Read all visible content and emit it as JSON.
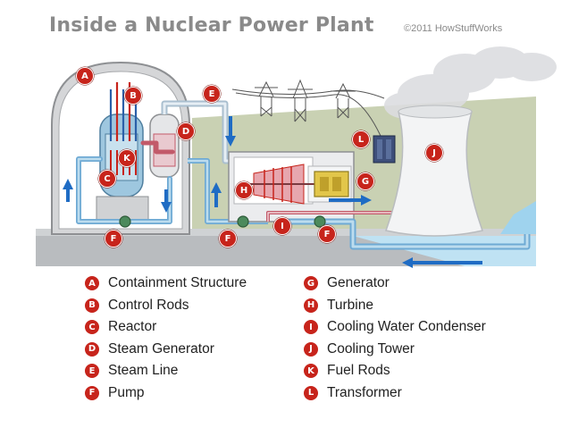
{
  "title": "Inside a Nuclear Power Plant",
  "copyright": "©2011 HowStuffWorks",
  "colors": {
    "marker": "#c7241b",
    "pipe_blue": "#6eaad4",
    "pipe_hot": "#c25a6a",
    "ground": "#b9bcbf",
    "grass": "#c9d1b3",
    "water": "#bfe2f3",
    "arrow": "#1f6cc4"
  },
  "markers": {
    "A": "A",
    "B": "B",
    "C": "C",
    "D": "D",
    "E": "E",
    "F": "F",
    "G": "G",
    "H": "H",
    "I": "I",
    "J": "J",
    "K": "K",
    "L": "L"
  },
  "legend": {
    "left": [
      {
        "letter": "A",
        "label": "Containment Structure"
      },
      {
        "letter": "B",
        "label": "Control Rods"
      },
      {
        "letter": "C",
        "label": "Reactor"
      },
      {
        "letter": "D",
        "label": "Steam Generator"
      },
      {
        "letter": "E",
        "label": "Steam Line"
      },
      {
        "letter": "F",
        "label": "Pump"
      }
    ],
    "right": [
      {
        "letter": "G",
        "label": "Generator"
      },
      {
        "letter": "H",
        "label": "Turbine"
      },
      {
        "letter": "I",
        "label": "Cooling Water Condenser"
      },
      {
        "letter": "J",
        "label": "Cooling Tower"
      },
      {
        "letter": "K",
        "label": "Fuel Rods"
      },
      {
        "letter": "L",
        "label": "Transformer"
      }
    ]
  }
}
